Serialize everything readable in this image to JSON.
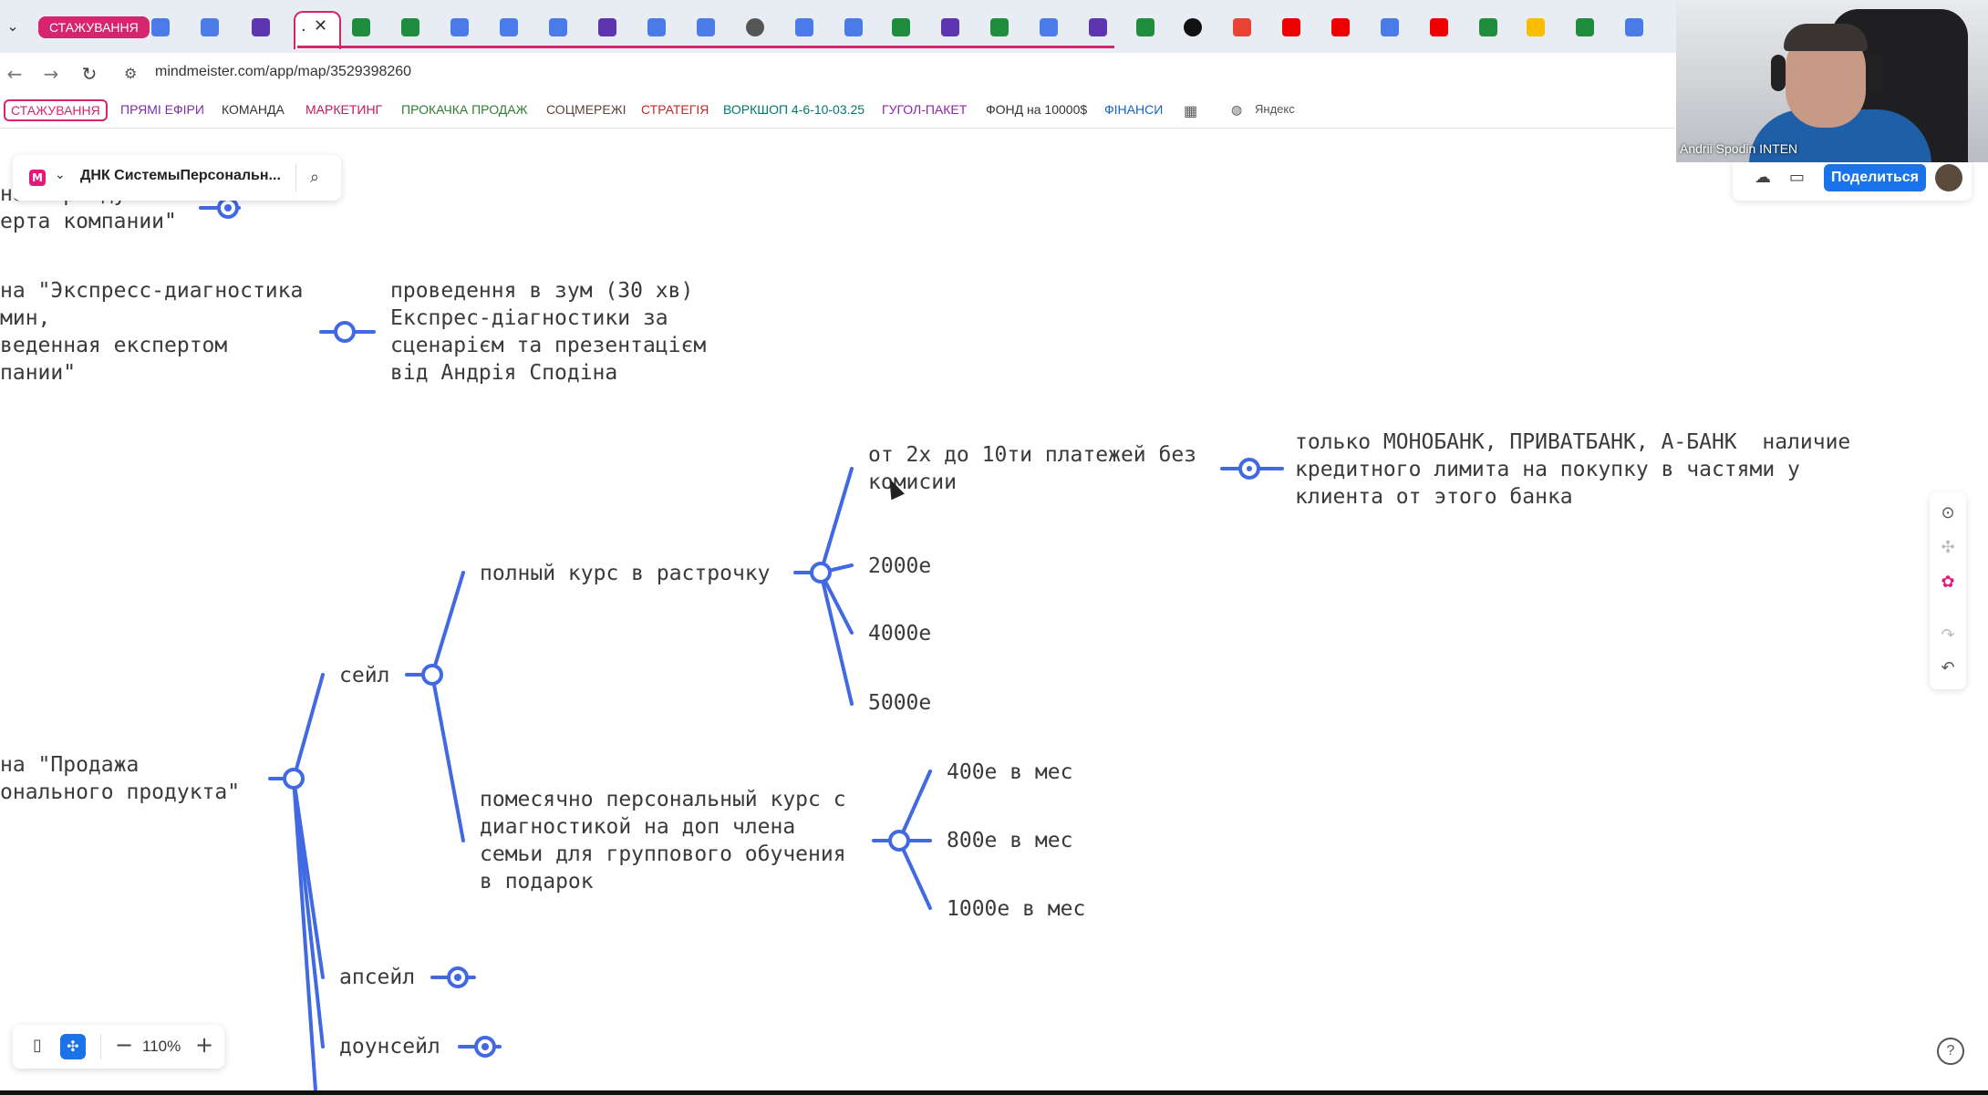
{
  "browser": {
    "tab_group_label": "СТАЖУВАННЯ",
    "active_tab_label": ".",
    "url": "mindmeister.com/app/map/3529398260",
    "bookmarks": [
      "СТАЖУВАННЯ",
      "ПРЯМІ ЕФІРИ",
      "КОМАНДА",
      "МАРКЕТИНГ",
      "ПРОКАЧКА ПРОДАЖ",
      "СОЦМЕРЕЖІ",
      "СТРАТЕГІЯ",
      "ВОРКШОП 4-6-10-03.25",
      "ГУГОЛ-ПАКЕТ",
      "ФОНД на 10000$",
      "ФІНАНСИ",
      "Яндекс"
    ],
    "colors": {
      "group": "#d6246e",
      "link_blue": "#1a73e8"
    }
  },
  "app": {
    "logo_letter": "M",
    "map_title": "ДНК СистемыПерсональн...",
    "share_label": "Поделиться",
    "zoom_level": "110%",
    "help_label": "?"
  },
  "webcam": {
    "name": "Andrii Spodin INTEN"
  },
  "mindmap": {
    "line_color": "#4169e1",
    "nodes": {
      "top_partial": "на \"Пр  ду\nерта компании\"",
      "express": "на \"Экспресс-диагностика\nмин,\nведенная експертом\nпании\"",
      "express_child": "проведення в зум (30 хв)\nЕкспрес-діагностики за\nсценарієм та презентацієм\nвід Андрія Сподіна",
      "sale_root": "на \"Продажа\nонального продукта\"",
      "sale": "сейл",
      "full_course": "полный курс в растрочку",
      "installments": "от 2х до 10ти платежей без\nкомисии",
      "banks": "только МОНОБАНК, ПРИВАТБАНК, А-БАНК  наличие\nкредитного лимита на покупку в частями у\nклиента от этого банка",
      "p2000": "2000е",
      "p4000": "4000е",
      "p5000": "5000е",
      "monthly": "помесячно персональный курс с\nдиагностикой на доп члена\nсемьи для группового обучения\nв подарок",
      "m400": "400е в мес",
      "m800": "800е в мес",
      "m1000": "1000е в мес",
      "upsell": "апсейл",
      "downsell": "доунсейл"
    }
  }
}
